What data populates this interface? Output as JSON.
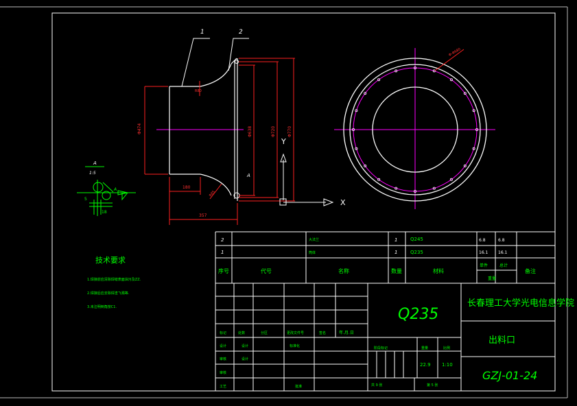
{
  "drawing": {
    "balloons": [
      "1",
      "2"
    ],
    "dim_labels": {
      "d1": "Φ474",
      "d2": "Φ638",
      "d3": "Φ720",
      "d4": "Φ770",
      "r1": "R80",
      "r2": "R85",
      "l1": "180",
      "l2": "357",
      "pcd": "Φ-Φ680"
    },
    "detail": {
      "label": "A",
      "scale": "1:5",
      "dim1": "5",
      "dim2": "18",
      "marker": "A"
    },
    "axis": {
      "y": "Y",
      "x": "X"
    },
    "colors": {
      "geometry": "#ffffff",
      "dimension": "#ff2020",
      "centerline": "#ff00ff",
      "annotation": "#00ff00",
      "axis": "#ffffff",
      "background": "#000000"
    }
  },
  "tech": {
    "title": "技术要求",
    "items": [
      "1.焊接前应清除焊缝表面油污及ZZ.",
      "2.焊接后应去除焊渣飞溅等.",
      "3.未注明倒角按C1."
    ]
  },
  "bom": {
    "rows": [
      {
        "no": "2",
        "code": "",
        "name": "大法兰",
        "qty": "1",
        "material": "Q245",
        "w1": "6.8",
        "w2": "6.8"
      },
      {
        "no": "1",
        "code": "",
        "name": "筒体",
        "qty": "1",
        "material": "Q235",
        "w1": "16.1",
        "w2": "16.1"
      }
    ],
    "header": {
      "no": "序号",
      "code": "代号",
      "name": "名称",
      "qty": "数量",
      "material": "材料",
      "single": "单件",
      "total": "总计",
      "weight": "重量",
      "remark": "备注"
    }
  },
  "title_block": {
    "material": "Q235",
    "school": "长春理工大学光电信息学院",
    "part_name": "出料口",
    "drawing_no": "GZJ-01-24",
    "labels": {
      "mark": "标记",
      "count": "处数",
      "zone": "分区",
      "change_doc": "更改文件号",
      "sign": "签名",
      "date": "年.月.日",
      "design": "设计",
      "standard": "标准化",
      "check": "审核",
      "process": "工艺",
      "approve": "批准",
      "stage": "阶段标记",
      "weight": "重量",
      "scale": "比例",
      "sheets_total": "共 9 张",
      "sheet_no": "第 5 张"
    },
    "weight": "22.9",
    "scale": "1:10"
  }
}
